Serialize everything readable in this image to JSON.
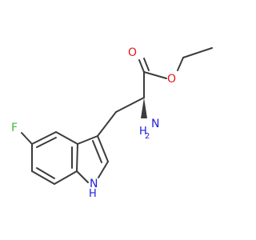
{
  "molecule": {
    "atoms": {
      "carbonyl_oxygen": "O",
      "ester_oxygen": "O",
      "amine_n": "N",
      "amine_h2": "H",
      "amine_h2_sub": "2",
      "fluorine": "F",
      "indole_nh_n": "N",
      "indole_nh_h": "H"
    },
    "colors": {
      "bond": "#3c3c3c",
      "oxygen": "#e31a1c",
      "nitrogen": "#2020e0",
      "fluorine": "#3bbf3b"
    }
  }
}
